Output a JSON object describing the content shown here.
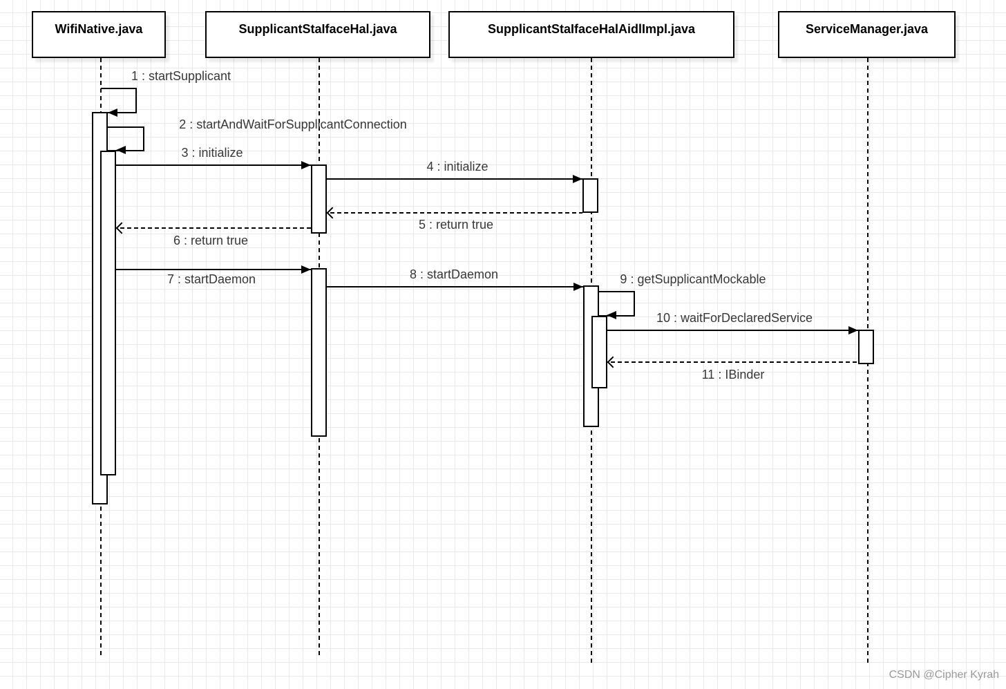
{
  "diagram": {
    "type": "uml-sequence",
    "participants": [
      {
        "label": "WifiNative.java"
      },
      {
        "label": "SupplicantStaIfaceHal.java"
      },
      {
        "label": "SupplicantStaIfaceHalAidlImpl.java"
      },
      {
        "label": "ServiceManager.java"
      }
    ],
    "messages": [
      {
        "label": "1 : startSupplicant",
        "type": "self-call",
        "from": "WifiNative.java",
        "to": "WifiNative.java"
      },
      {
        "label": "2 : startAndWaitForSupplicantConnection",
        "type": "self-call",
        "from": "WifiNative.java",
        "to": "WifiNative.java"
      },
      {
        "label": "3 : initialize",
        "type": "call",
        "from": "WifiNative.java",
        "to": "SupplicantStaIfaceHal.java"
      },
      {
        "label": "4 : initialize",
        "type": "call",
        "from": "SupplicantStaIfaceHal.java",
        "to": "SupplicantStaIfaceHalAidlImpl.java"
      },
      {
        "label": "5 : return true",
        "type": "return",
        "from": "SupplicantStaIfaceHalAidlImpl.java",
        "to": "SupplicantStaIfaceHal.java"
      },
      {
        "label": "6 : return true",
        "type": "return",
        "from": "SupplicantStaIfaceHal.java",
        "to": "WifiNative.java"
      },
      {
        "label": "7 : startDaemon",
        "type": "call",
        "from": "WifiNative.java",
        "to": "SupplicantStaIfaceHal.java"
      },
      {
        "label": "8 : startDaemon",
        "type": "call",
        "from": "SupplicantStaIfaceHal.java",
        "to": "SupplicantStaIfaceHalAidlImpl.java"
      },
      {
        "label": "9 : getSupplicantMockable",
        "type": "self-call",
        "from": "SupplicantStaIfaceHalAidlImpl.java",
        "to": "SupplicantStaIfaceHalAidlImpl.java"
      },
      {
        "label": "10 : waitForDeclaredService",
        "type": "call",
        "from": "SupplicantStaIfaceHalAidlImpl.java",
        "to": "ServiceManager.java"
      },
      {
        "label": "11 : IBinder",
        "type": "return",
        "from": "ServiceManager.java",
        "to": "SupplicantStaIfaceHalAidlImpl.java"
      }
    ],
    "watermark": "CSDN @Cipher Kyrah",
    "colors": {
      "stroke": "#000000",
      "header_text": "#000000",
      "message_text": "#383838",
      "watermark_text": "#9b9b9b",
      "grid": "#e9e9e9",
      "background": "#ffffff"
    }
  }
}
